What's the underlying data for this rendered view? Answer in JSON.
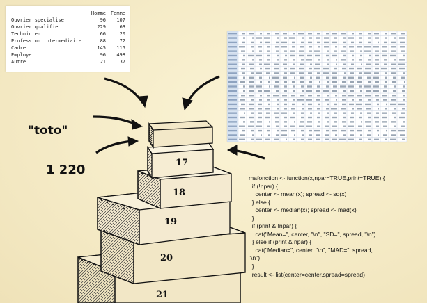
{
  "table": {
    "headers": [
      "",
      "Homme",
      "Femme"
    ],
    "rows": [
      {
        "label": "Ouvrier specialise",
        "homme": "96",
        "femme": "107"
      },
      {
        "label": "Ouvrier qualifie",
        "homme": "229",
        "femme": "63"
      },
      {
        "label": "Technicien",
        "homme": "66",
        "femme": "20"
      },
      {
        "label": "Profession intermediaire",
        "homme": "88",
        "femme": "72"
      },
      {
        "label": "Cadre",
        "homme": "145",
        "femme": "115"
      },
      {
        "label": "Employe",
        "homme": "96",
        "femme": "498"
      },
      {
        "label": "Autre",
        "homme": "21",
        "femme": "37"
      }
    ]
  },
  "labels": {
    "toto": "\"toto\"",
    "number": "1 220"
  },
  "boxes": {
    "numbers": [
      "17",
      "18",
      "19",
      "20",
      "21"
    ]
  },
  "code": {
    "lines": [
      "mafonction <- function(x,npar=TRUE,print=TRUE) {",
      "  if (!npar) {",
      "    center <- mean(x); spread <- sd(x)",
      "  } else {",
      "    center <- median(x); spread <- mad(x)",
      "  }",
      "  if (print & !npar) {",
      "    cat(\"Mean=\", center, \"\\n\", \"SD=\", spread, \"\\n\")",
      "  } else if (print & npar) {",
      "    cat(\"Median=\", center, \"\\n\", \"MAD=\", spread,",
      "\"\\n\")",
      "  }",
      "  result <- list(center=center,spread=spread)"
    ]
  },
  "colors": {
    "background": "#f6edc9",
    "ink": "#111111",
    "grid_header": "#d8e4f3"
  }
}
